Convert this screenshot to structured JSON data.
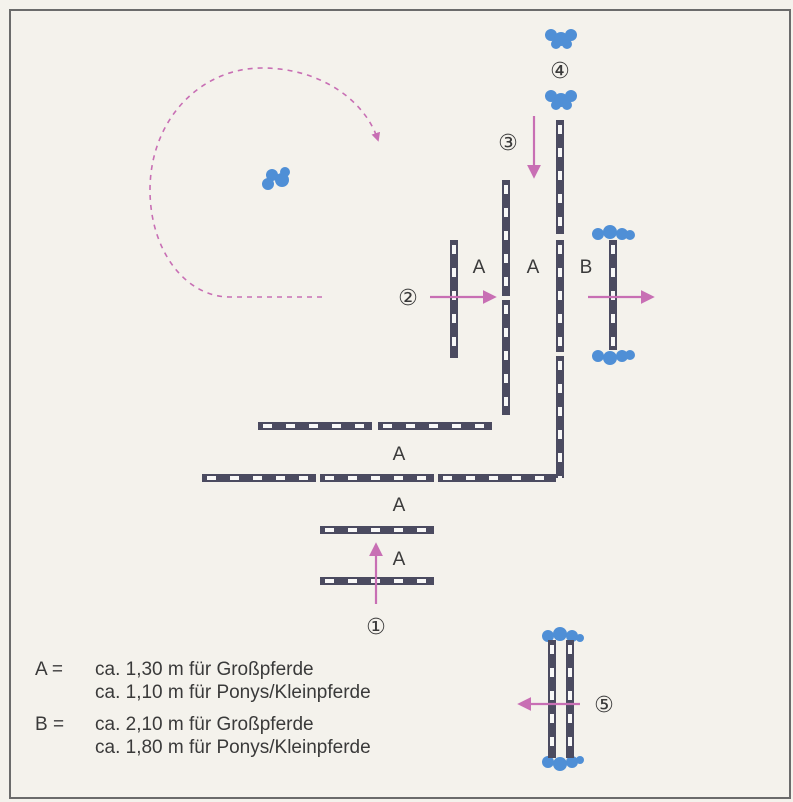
{
  "labels": {
    "distance_a": "A",
    "distance_b": "B"
  },
  "steps": [
    "①",
    "②",
    "③",
    "④",
    "⑤"
  ],
  "legend": [
    {
      "key": "A =",
      "lines": [
        "ca. 1,30 m für Großpferde",
        "ca. 1,10 m für Ponys/Kleinpferde"
      ]
    },
    {
      "key": "B =",
      "lines": [
        "ca. 2,10 m für Großpferde",
        "ca. 1,80 m für Ponys/Kleinpferde"
      ]
    }
  ],
  "colors": {
    "background": "#f4f2ec",
    "border": "#6b6b6b",
    "pole_dark": "#4b4b60",
    "pole_light": "#f8f8f8",
    "arrow": "#c86fb4",
    "flower": "#4f8fd6"
  }
}
